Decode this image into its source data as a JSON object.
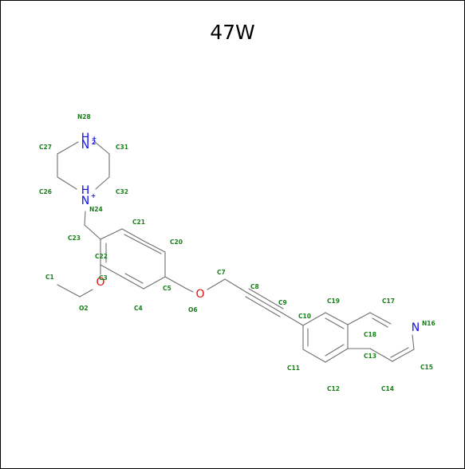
{
  "title": "47W",
  "colors": {
    "bond": "#707070",
    "nitrogen": "#1010e0",
    "oxygen": "#e01010",
    "label": "#1a7f1a"
  },
  "heteroatoms": {
    "n28": {
      "symbol": "N",
      "h": "H",
      "h_count": "2",
      "charge": "+"
    },
    "n24": {
      "symbol": "N",
      "h": "H",
      "charge": "+"
    },
    "n16": {
      "symbol": "N"
    },
    "o2": {
      "symbol": "O"
    },
    "o6": {
      "symbol": "O"
    }
  },
  "atom_labels": {
    "n28": "N28",
    "c27": "C27",
    "c31": "C31",
    "c26": "C26",
    "c32": "C32",
    "n24": "N24",
    "c23": "C23",
    "c21": "C21",
    "c22": "C22",
    "c20": "C20",
    "c1": "C1",
    "c3": "C3",
    "c5": "C5",
    "c7": "C7",
    "o2": "O2",
    "c4": "C4",
    "o6": "O6",
    "c8": "C8",
    "c9": "C9",
    "c19": "C19",
    "c17": "C17",
    "c10": "C10",
    "c18": "C18",
    "n16": "N16",
    "c13": "C13",
    "c11": "C11",
    "c15": "C15",
    "c12": "C12",
    "c14": "C14"
  }
}
